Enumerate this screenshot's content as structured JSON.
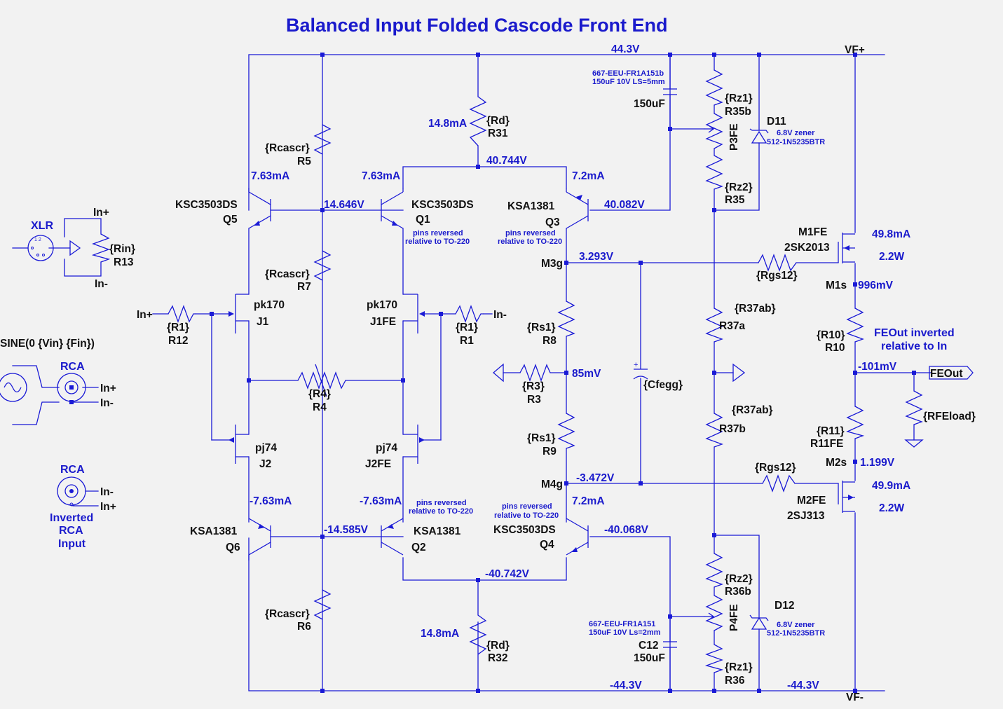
{
  "title": "Balanced Input Folded Cascode Front End",
  "nets": {
    "rail_pos": "44.3V",
    "rail_neg_left": "-44.3V",
    "rail_neg_right": "-44.3V",
    "vf_pos": "VF+",
    "vf_neg": "VF-",
    "v_14646": "14.646V",
    "v_40744": "40.744V",
    "v_40082": "40.082V",
    "v_3293": "3.293V",
    "v_85mv": "85mV",
    "v_m3472": "-3.472V",
    "v_m14585": "-14.585V",
    "v_m40742": "-40.742V",
    "v_m40068": "-40.068V",
    "m1s": "M1s",
    "m1s_v": "996mV",
    "m2s": "M2s",
    "m2s_v": "1.199V",
    "m3g": "M3g",
    "m4g": "M4g",
    "out_v": "-101mV"
  },
  "currents": {
    "q5": "7.63mA",
    "q1": "7.63mA",
    "q3": "7.2mA",
    "q6": "-7.63mA",
    "q2": "-7.63mA",
    "q4": "7.2mA",
    "r31": "14.8mA",
    "r32": "14.8mA",
    "m1": "49.8mA",
    "m2": "49.9mA",
    "m1_pwr": "2.2W",
    "m2_pwr": "2.2W"
  },
  "components": {
    "q5": {
      "part": "KSC3503DS",
      "ref": "Q5"
    },
    "q1": {
      "part": "KSC3503DS",
      "ref": "Q1"
    },
    "q3": {
      "part": "KSA1381",
      "ref": "Q3"
    },
    "q6": {
      "part": "KSA1381",
      "ref": "Q6"
    },
    "q2": {
      "part": "KSA1381",
      "ref": "Q2"
    },
    "q4": {
      "part": "KSC3503DS",
      "ref": "Q4"
    },
    "j1": {
      "part": "pk170",
      "ref": "J1"
    },
    "j1fe": {
      "part": "pk170",
      "ref": "J1FE"
    },
    "j2": {
      "part": "pj74",
      "ref": "J2"
    },
    "j2fe": {
      "part": "pj74",
      "ref": "J2FE"
    },
    "r5": {
      "val": "{Rcascr}",
      "ref": "R5"
    },
    "r7": {
      "val": "{Rcascr}",
      "ref": "R7"
    },
    "r6": {
      "val": "{Rcascr}",
      "ref": "R6"
    },
    "r31": {
      "val": "{Rd}",
      "ref": "R31"
    },
    "r32": {
      "val": "{Rd}",
      "ref": "R32"
    },
    "r12": {
      "val": "{R1}",
      "ref": "R12"
    },
    "r1": {
      "val": "{R1}",
      "ref": "R1"
    },
    "r4": {
      "val": "{R4}",
      "ref": "R4"
    },
    "r8": {
      "val": "{Rs1}",
      "ref": "R8"
    },
    "r9": {
      "val": "{Rs1}",
      "ref": "R9"
    },
    "r3": {
      "val": "{R3}",
      "ref": "R3"
    },
    "r13": {
      "val": "{Rin}",
      "ref": "R13"
    },
    "r35b": {
      "val": "{Rz1}",
      "ref": "R35b"
    },
    "r35": {
      "val": "{Rz2}",
      "ref": "R35"
    },
    "r36b": {
      "val": "{Rz2}",
      "ref": "R36b"
    },
    "r36": {
      "val": "{Rz1}",
      "ref": "R36"
    },
    "r37a": {
      "val": "{R37ab}",
      "ref": "R37a"
    },
    "r37b": {
      "val": "{R37ab}",
      "ref": "R37b"
    },
    "r10": {
      "val": "{R10}",
      "ref": "R10"
    },
    "r11": {
      "val": "{R11}",
      "ref": "R11FE"
    },
    "rfeload": {
      "val": "{RFEload}"
    },
    "rgs_top": {
      "val": "{Rgs12}"
    },
    "rgs_bot": {
      "val": "{Rgs12}"
    },
    "p3": {
      "ref": "P3FE"
    },
    "p4": {
      "ref": "P4FE"
    },
    "cfegg": {
      "val": "{Cfegg}"
    },
    "c_top": {
      "val": "150uF",
      "note1": "667-EEU-FR1A151b",
      "note2": "150uF 10V LS=5mm"
    },
    "c12": {
      "val": "150uF",
      "ref": "C12",
      "note1": "667-EEU-FR1A151",
      "note2": "150uF 10V Ls=2mm"
    },
    "d11": {
      "ref": "D11",
      "note1": "6.8V zener",
      "note2": "512-1N5235BTR"
    },
    "d12": {
      "ref": "D12",
      "note1": "6.8V zener",
      "note2": "512-1N5235BTR"
    },
    "m1": {
      "part": "2SK2013",
      "ref": "M1FE"
    },
    "m2": {
      "part": "2SJ313",
      "ref": "M2FE"
    }
  },
  "notes": {
    "pins1": "pins reversed",
    "pins2": "relative to TO-220",
    "fe_inv1": "FEOut inverted",
    "fe_inv2": "relative to In"
  },
  "ports": {
    "xlr": "XLR",
    "in_plus": "In+",
    "in_minus": "In-",
    "rca": "RCA",
    "rca2": "RCA",
    "sine": "SINE(0 {Vin} {Fin})",
    "inverted1": "Inverted",
    "inverted2": "RCA",
    "inverted3": "Input",
    "feout": "FEOut"
  }
}
